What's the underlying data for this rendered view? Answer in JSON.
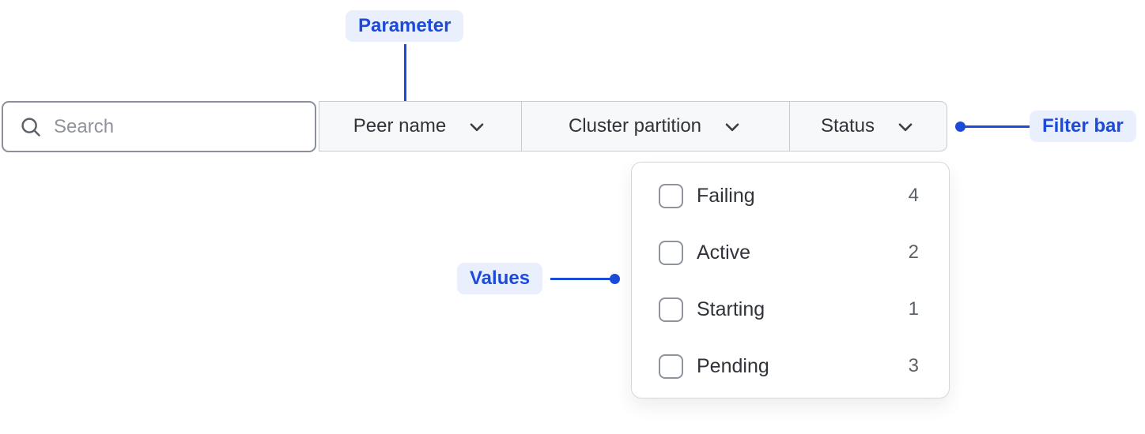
{
  "annotations": {
    "parameter": {
      "label": "Parameter"
    },
    "values": {
      "label": "Values"
    },
    "filter_bar": {
      "label": "Filter bar"
    }
  },
  "filter_bar": {
    "search": {
      "placeholder": "Search",
      "icon": "search-icon",
      "value": ""
    },
    "parameters": [
      {
        "label": "Peer name",
        "icon": "chevron-down-icon"
      },
      {
        "label": "Cluster partition",
        "icon": "chevron-down-icon"
      },
      {
        "label": "Status",
        "icon": "chevron-down-icon",
        "expanded": true
      }
    ]
  },
  "values_dropdown": {
    "options": [
      {
        "label": "Failing",
        "count": "4",
        "checked": false
      },
      {
        "label": "Active",
        "count": "2",
        "checked": false
      },
      {
        "label": "Starting",
        "count": "1",
        "checked": false
      },
      {
        "label": "Pending",
        "count": "3",
        "checked": false
      }
    ]
  },
  "colors": {
    "accent-blue": "#1c4bd8",
    "badge-bg": "#e9effc",
    "segment-bg": "#f7f8f9",
    "segment-border": "#c8cbd0",
    "search-border": "#8b8f97",
    "text-dark": "#30343a",
    "text-muted": "#5d6168",
    "placeholder": "#8f939a",
    "checkbox-border": "#8f939b",
    "panel-border": "#d5d7db"
  }
}
